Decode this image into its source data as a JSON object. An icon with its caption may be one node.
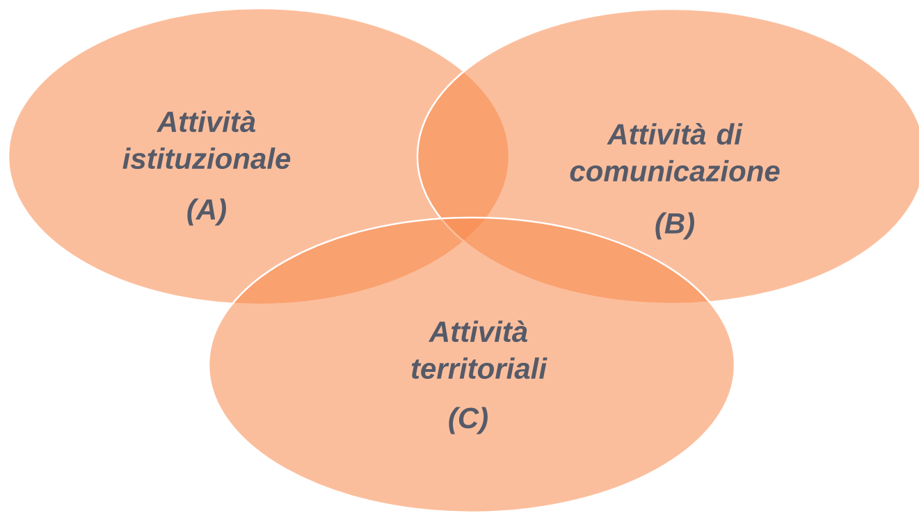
{
  "diagram": {
    "nodes": [
      {
        "text": [
          "Attività istituzionale",
          "(A)"
        ]
      },
      {
        "text": [
          "Attività di comunicazione",
          "(B)"
        ]
      },
      {
        "text": [
          "Attività territoriali",
          "(C)"
        ]
      }
    ]
  }
}
